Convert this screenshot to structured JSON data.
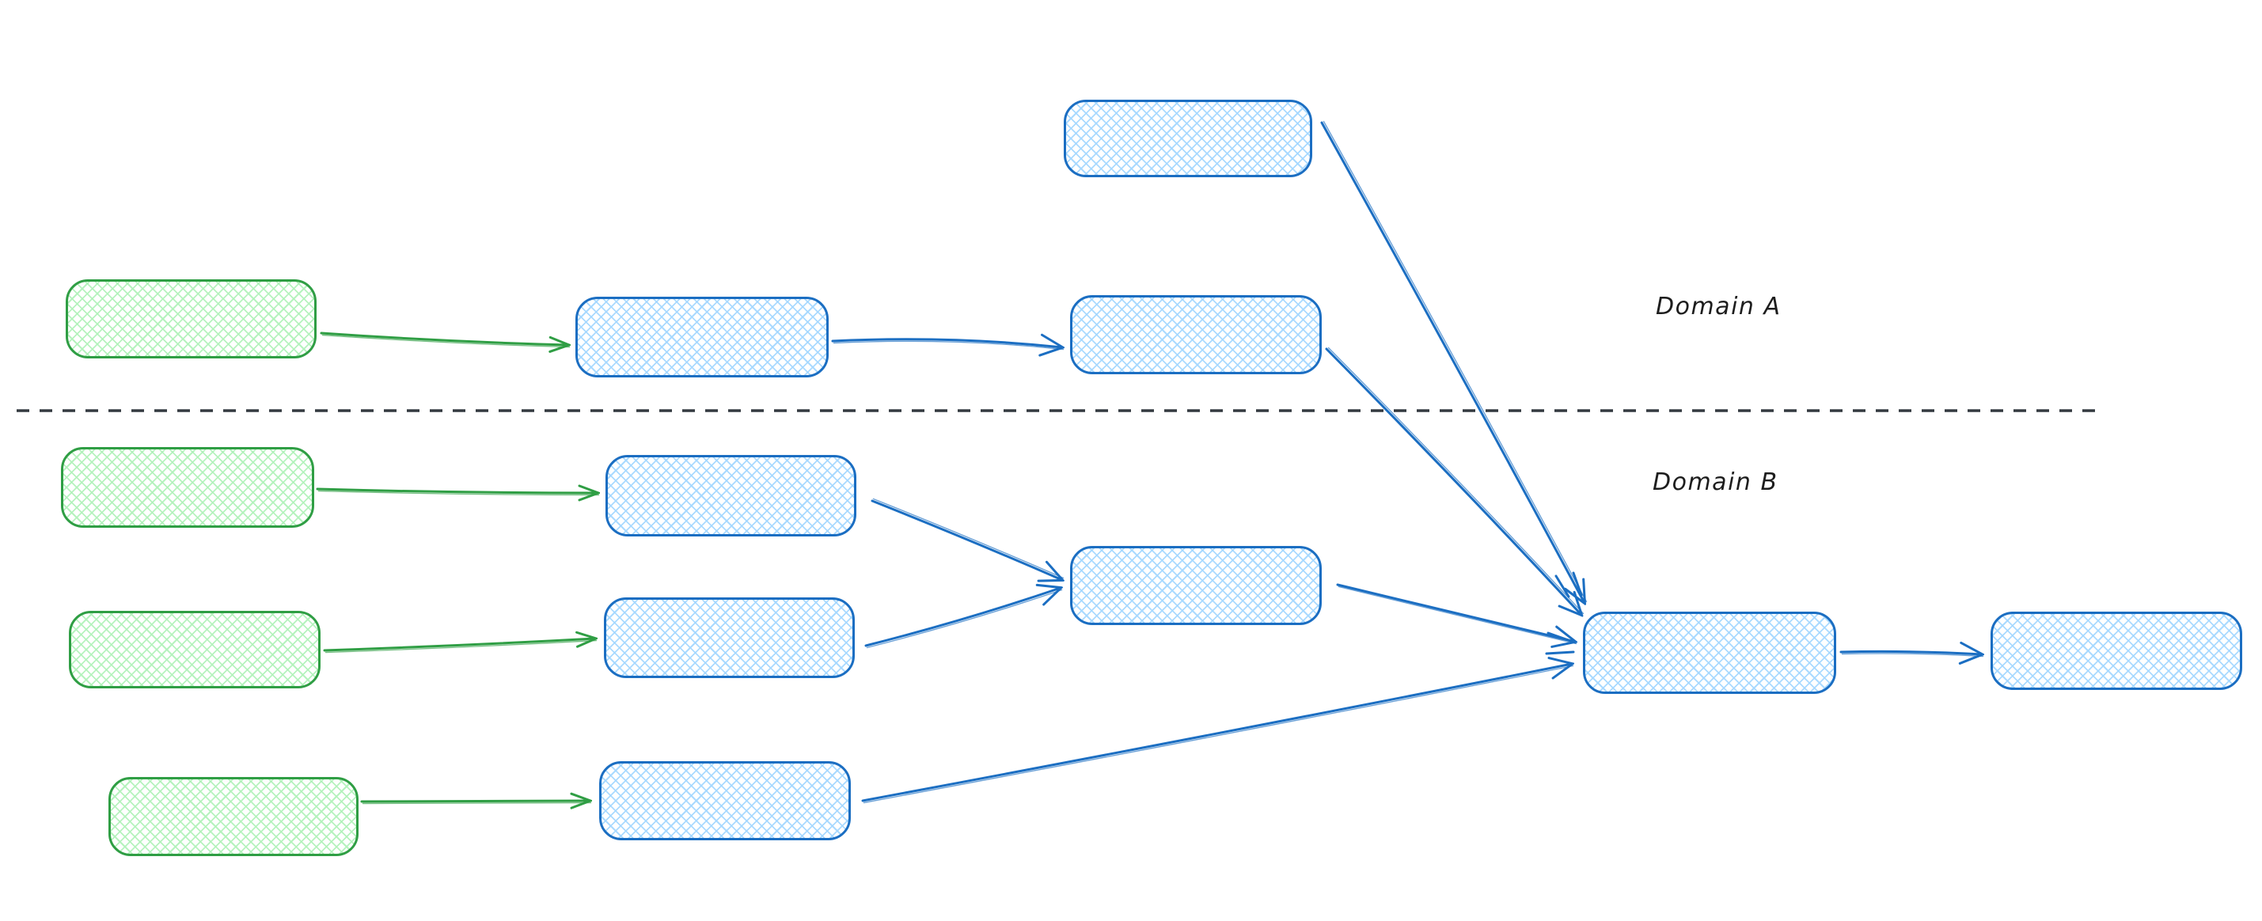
{
  "diagram": {
    "region_labels": [
      {
        "id": "domain-a",
        "text": "Domain A"
      },
      {
        "id": "domain-b",
        "text": "Domain B"
      }
    ],
    "divider": {
      "orientation": "horizontal",
      "style": "dashed",
      "color": "#343a40"
    },
    "colors": {
      "blue_node_stroke": "#1b6ec2",
      "blue_node_fill": "#a5d8ff",
      "green_node_stroke": "#2f9e44",
      "green_node_fill": "#b2f2bb",
      "label_text": "#1d1d1d"
    },
    "nodes": [
      {
        "id": "source-top-a",
        "color": "blue",
        "domain": "A",
        "text": ""
      },
      {
        "id": "source-green-a",
        "color": "green",
        "domain": "A",
        "text": ""
      },
      {
        "id": "stage1-a",
        "color": "blue",
        "domain": "A",
        "text": ""
      },
      {
        "id": "stage2-a",
        "color": "blue",
        "domain": "A",
        "text": ""
      },
      {
        "id": "source-green-b1",
        "color": "green",
        "domain": "B",
        "text": ""
      },
      {
        "id": "stage1-b1",
        "color": "blue",
        "domain": "B",
        "text": ""
      },
      {
        "id": "source-green-b2",
        "color": "green",
        "domain": "B",
        "text": ""
      },
      {
        "id": "stage1-b2",
        "color": "blue",
        "domain": "B",
        "text": ""
      },
      {
        "id": "join-b",
        "color": "blue",
        "domain": "B",
        "text": ""
      },
      {
        "id": "source-green-b3",
        "color": "green",
        "domain": "B",
        "text": ""
      },
      {
        "id": "stage1-b3",
        "color": "blue",
        "domain": "B",
        "text": ""
      },
      {
        "id": "merge",
        "color": "blue",
        "domain": "B",
        "text": ""
      },
      {
        "id": "final",
        "color": "blue",
        "domain": "B",
        "text": ""
      }
    ],
    "edges": [
      {
        "from": "source-green-a",
        "to": "stage1-a",
        "color": "green"
      },
      {
        "from": "stage1-a",
        "to": "stage2-a",
        "color": "blue"
      },
      {
        "from": "source-top-a",
        "to": "merge",
        "color": "blue"
      },
      {
        "from": "stage2-a",
        "to": "merge",
        "color": "blue"
      },
      {
        "from": "source-green-b1",
        "to": "stage1-b1",
        "color": "green"
      },
      {
        "from": "source-green-b2",
        "to": "stage1-b2",
        "color": "green"
      },
      {
        "from": "source-green-b3",
        "to": "stage1-b3",
        "color": "green"
      },
      {
        "from": "stage1-b1",
        "to": "join-b",
        "color": "blue"
      },
      {
        "from": "stage1-b2",
        "to": "join-b",
        "color": "blue"
      },
      {
        "from": "join-b",
        "to": "merge",
        "color": "blue"
      },
      {
        "from": "stage1-b3",
        "to": "merge",
        "color": "blue"
      },
      {
        "from": "merge",
        "to": "final",
        "color": "blue"
      }
    ]
  }
}
